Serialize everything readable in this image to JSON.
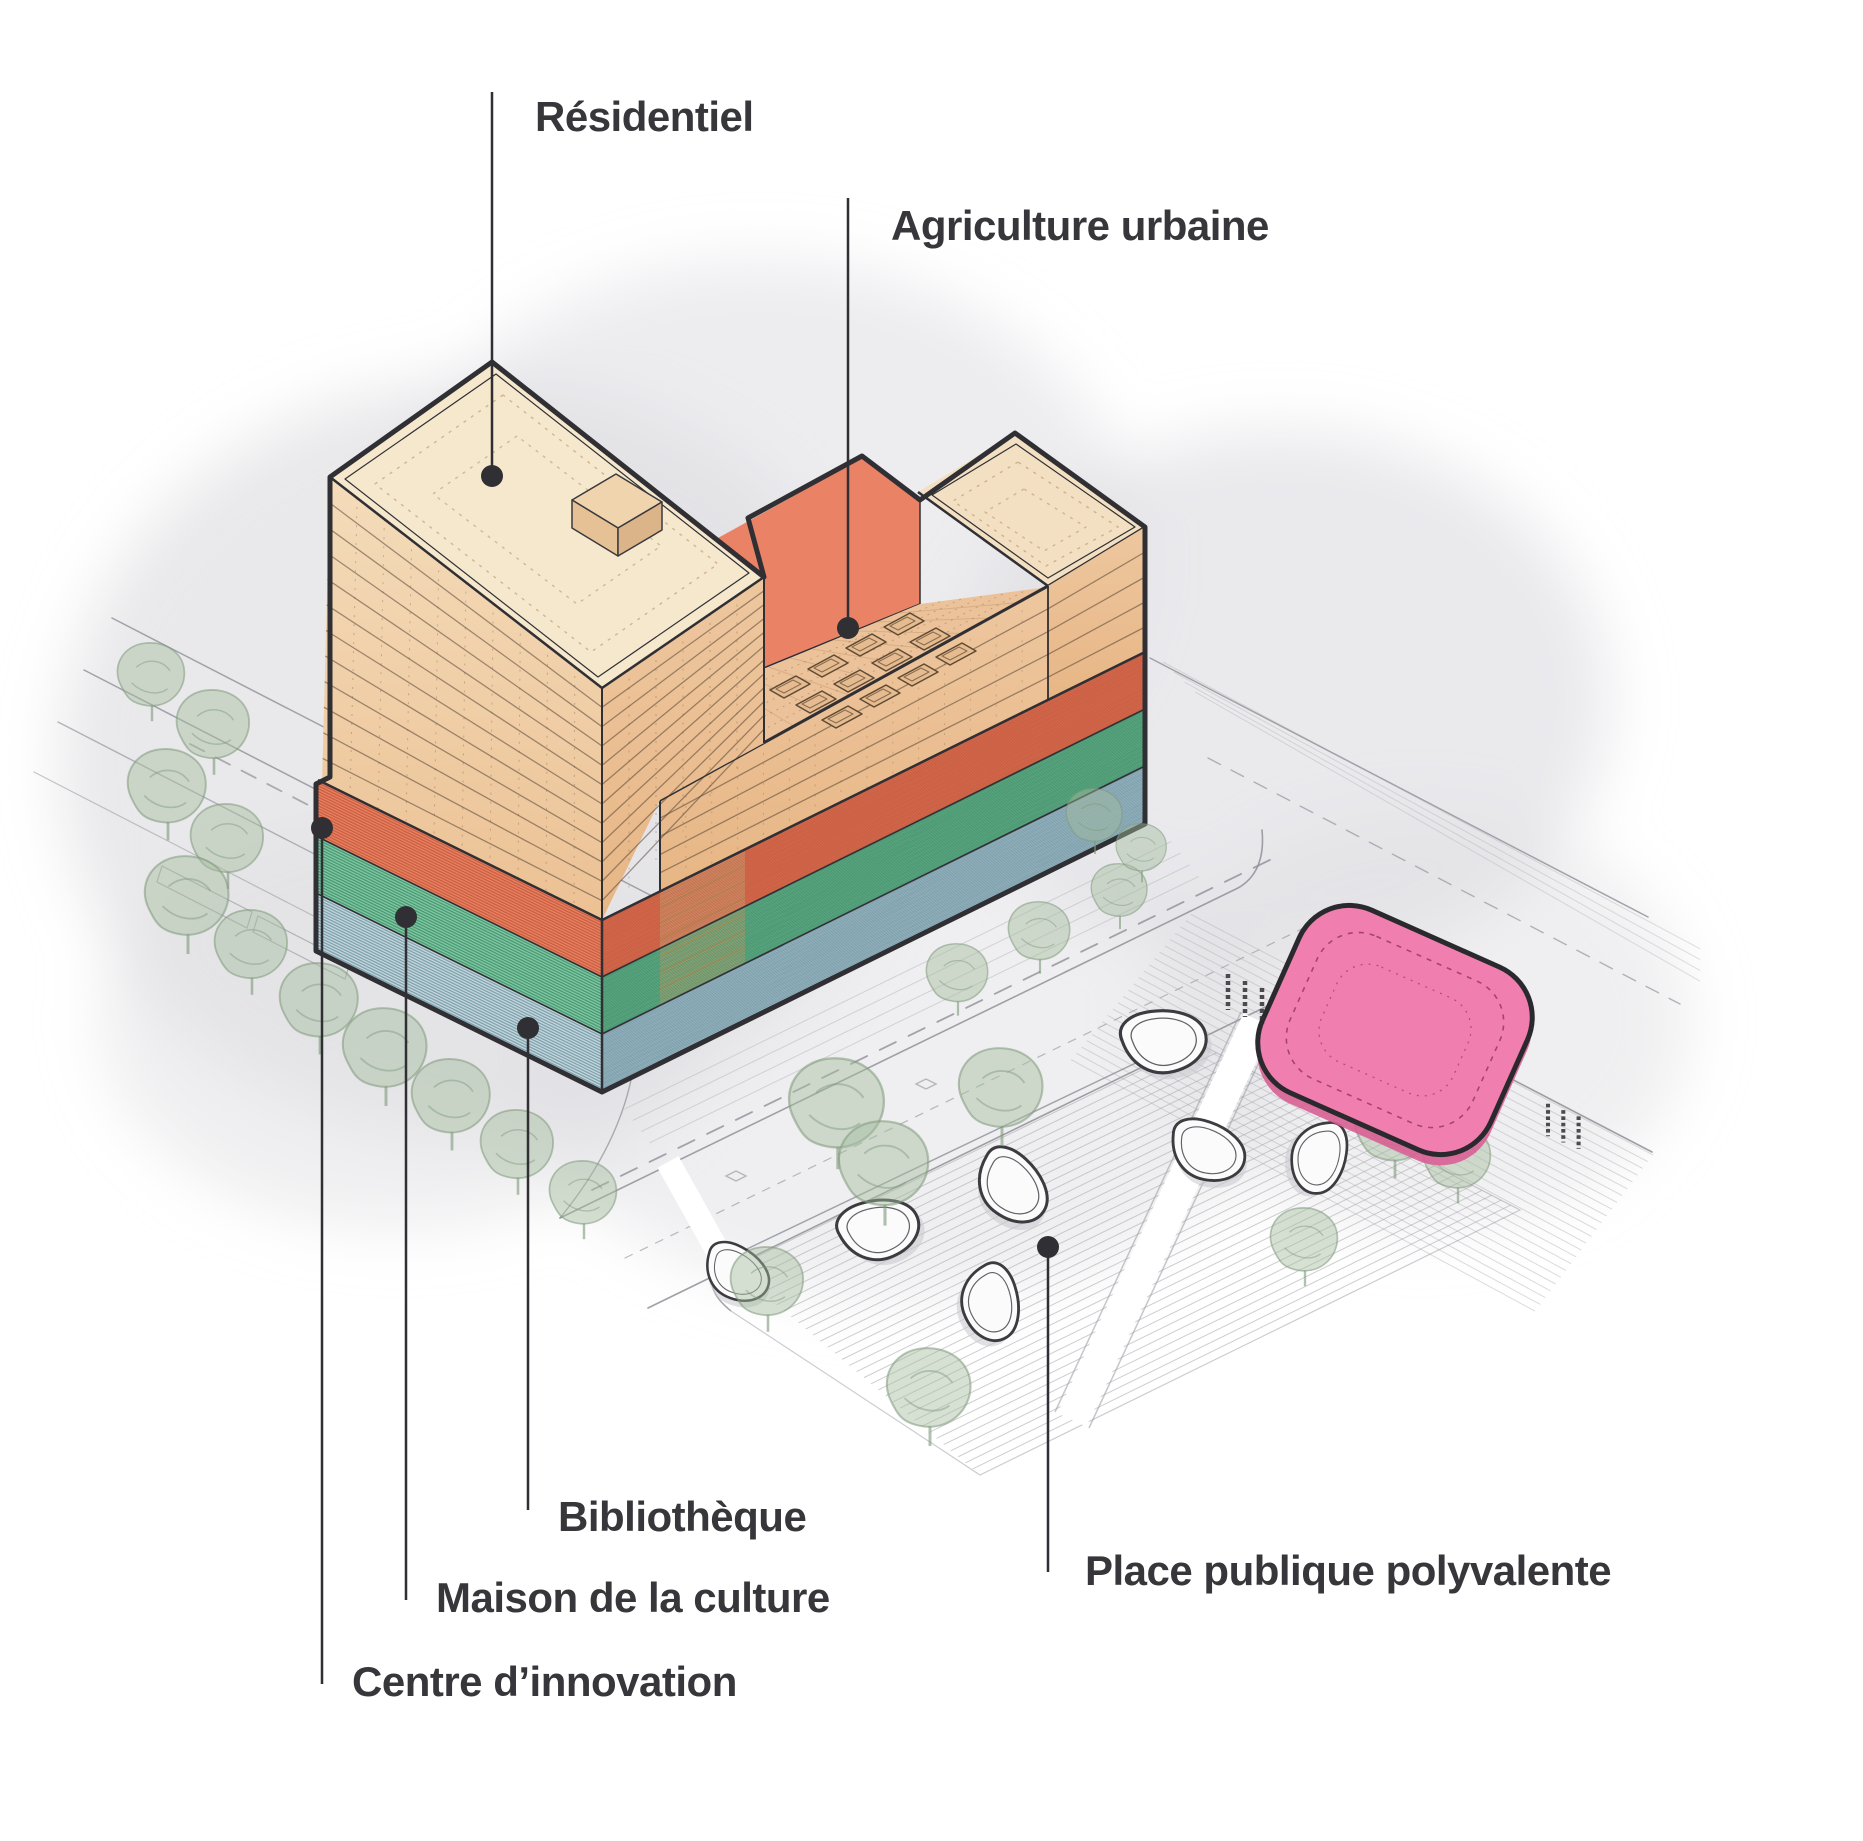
{
  "diagram": {
    "type": "axonometric architectural concept diagram",
    "background": "#ffffff",
    "labels": [
      {
        "id": "residentiel",
        "text": "Résidentiel",
        "target": "tower-rooftop"
      },
      {
        "id": "agriculture-urbaine",
        "text": "Agriculture urbaine",
        "target": "rooftop-terrace"
      },
      {
        "id": "bibliotheque",
        "text": "Bibliothèque",
        "target": "podium-band-blue"
      },
      {
        "id": "maison-de-la-culture",
        "text": "Maison de la culture",
        "target": "podium-band-green"
      },
      {
        "id": "centre-innovation",
        "text": "Centre d’innovation",
        "target": "podium-band-orange"
      },
      {
        "id": "place-publique",
        "text": "Place publique polyvalente",
        "target": "public-plaza"
      }
    ],
    "colors": {
      "wood_light": "#f4dcba",
      "wood_dark": "#ecc59e",
      "roof_pale": "#f6e8cd",
      "terrace_orange": "#ea8266",
      "band_orange": "#e8805f",
      "band_green": "#7dc8a2",
      "band_blue": "#c2d5da",
      "accent_gold": "#dec08d",
      "canopy_pink": "#f07fb0",
      "tree_green": "#a4bd9d",
      "ink": "#2f2f34",
      "label_text": "#37373b"
    }
  }
}
